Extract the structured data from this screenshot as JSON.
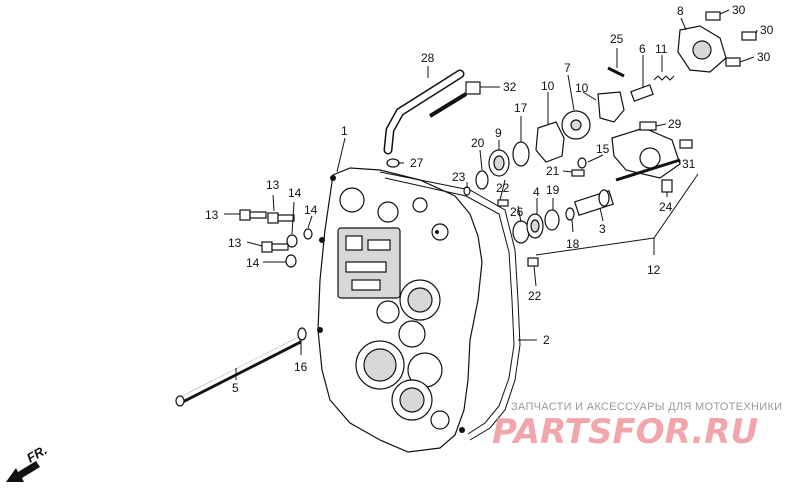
{
  "labels": {
    "p1": "1",
    "p2": "2",
    "p3": "3",
    "p4": "4",
    "p5": "5",
    "p6": "6",
    "p7": "7",
    "p8": "8",
    "p9": "9",
    "p10a": "10",
    "p10b": "10",
    "p11": "11",
    "p12": "12",
    "p13a": "13",
    "p13b": "13",
    "p13c": "13",
    "p14a": "14",
    "p14b": "14",
    "p14c": "14",
    "p15": "15",
    "p16": "16",
    "p17": "17",
    "p18": "18",
    "p19": "19",
    "p20": "20",
    "p21": "21",
    "p22a": "22",
    "p22b": "22",
    "p23": "23",
    "p24": "24",
    "p25": "25",
    "p26": "26",
    "p27": "27",
    "p28": "28",
    "p29": "29",
    "p30a": "30",
    "p30b": "30",
    "p30c": "30",
    "p31": "31",
    "p32": "32"
  },
  "direction_marker": "FR.",
  "watermark": {
    "subtitle": "ЗАПЧАСТИ И АКСЕССУАРЫ ДЛЯ МОТОТЕХНИКИ",
    "brand": "PARTSFOR.RU"
  }
}
